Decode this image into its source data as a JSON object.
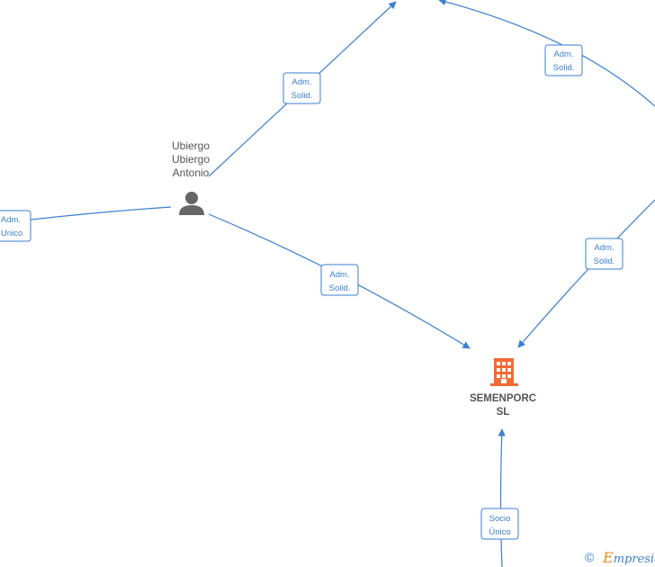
{
  "nodes": {
    "person": {
      "name_lines": [
        "Ubiergo",
        "Ubiergo",
        "Antonio"
      ],
      "icon": "person-icon"
    },
    "company": {
      "name_lines": [
        "SEMENPORC",
        "SL"
      ],
      "icon": "building-icon",
      "icon_color": "#f26a35"
    }
  },
  "edge_labels": {
    "top_left": [
      "Adm.",
      "Solid."
    ],
    "top_right": [
      "Adm.",
      "Solid."
    ],
    "left": [
      "Adm.",
      "Unico"
    ],
    "person_company": [
      "Adm.",
      "Solid."
    ],
    "right_company": [
      "Adm.",
      "Solid."
    ],
    "bottom": [
      "Socio",
      "Único"
    ]
  },
  "colors": {
    "edge": "#3a7fd1",
    "person_icon": "#666666",
    "company_icon": "#f26a35"
  },
  "footer": {
    "copyright": "©",
    "brand_first": "E",
    "brand_rest": "mpresia"
  }
}
